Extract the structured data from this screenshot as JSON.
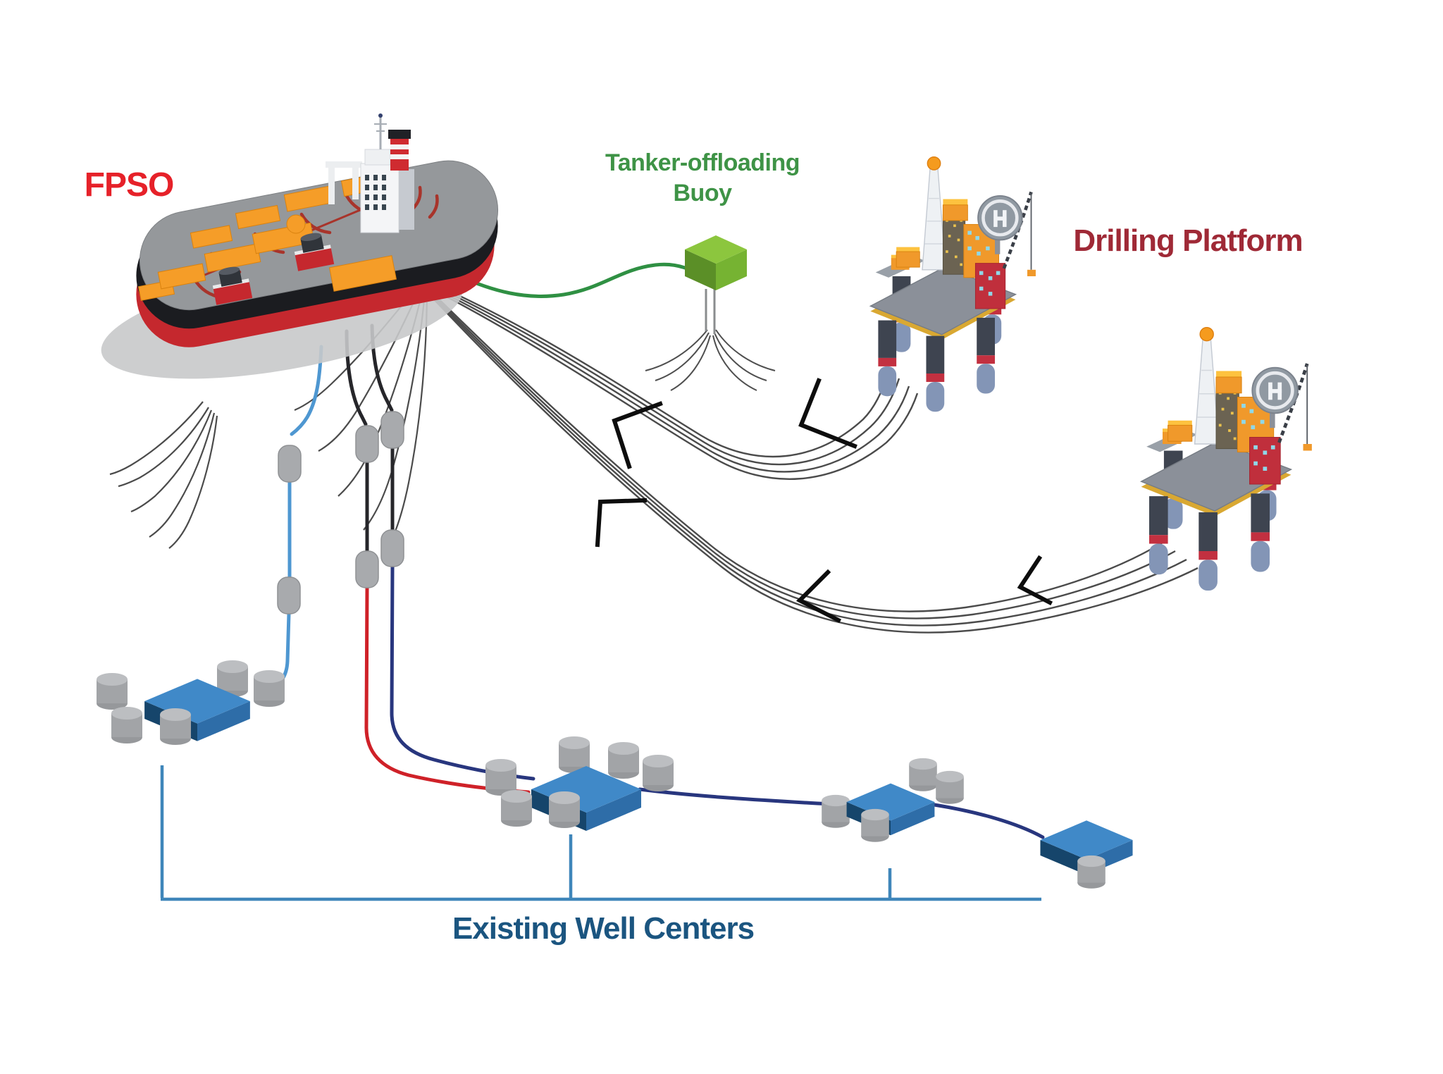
{
  "title": "FPSO offshore field development diagram",
  "labels": {
    "fpso": "FPSO",
    "buoy_line1": "Tanker-offloading",
    "buoy_line2": "Buoy",
    "drilling_platform": "Drilling Platform",
    "well_centers": "Existing Well Centers"
  },
  "colors": {
    "fpso_label": "#e62129",
    "buoy_label": "#3e9346",
    "platform_label": "#9f2936",
    "well_centers_label": "#1b5580",
    "offloading_line": "#2f9043",
    "flowline_red": "#cf2128",
    "flowline_navy": "#28367e",
    "flowline_light_blue": "#4e97d1",
    "bracket_blue": "#3f86ba",
    "mooring_line": "#3c3c3c",
    "buoy_green": "#8cc63e",
    "manifold_blue": "#4089c8",
    "hull_red": "#c5282e",
    "deck_gray": "#95989b",
    "module_orange": "#f59d28"
  },
  "nodes": [
    {
      "id": "fpso",
      "kind": "fpso-vessel",
      "label": "FPSO"
    },
    {
      "id": "tanker-offloading-buoy",
      "kind": "offloading-buoy",
      "label": "Tanker-offloading Buoy"
    },
    {
      "id": "drilling-platform-1",
      "kind": "jackup-drilling-platform",
      "label": "Drilling Platform"
    },
    {
      "id": "drilling-platform-2",
      "kind": "jackup-drilling-platform",
      "label": "Drilling Platform"
    },
    {
      "id": "well-center-1",
      "kind": "subsea-well-center",
      "label": "Existing Well Centers",
      "wellheads": 5
    },
    {
      "id": "well-center-2",
      "kind": "subsea-well-center",
      "label": "Existing Well Centers",
      "wellheads": 6
    },
    {
      "id": "well-center-3",
      "kind": "subsea-well-center",
      "label": "Existing Well Centers",
      "wellheads": 4
    },
    {
      "id": "well-center-4",
      "kind": "subsea-well-center",
      "label": "Existing Well Centers",
      "wellheads": 1
    }
  ],
  "connections": [
    {
      "from": "fpso",
      "to": "tanker-offloading-buoy",
      "style": "green-offloading-line"
    },
    {
      "from": "fpso",
      "to": "drilling-platform-1",
      "style": "mooring-riser-bundle",
      "lines": 4,
      "arrow_marks": 2
    },
    {
      "from": "fpso",
      "to": "drilling-platform-2",
      "style": "mooring-riser-bundle",
      "lines": 4,
      "arrow_marks": 3
    },
    {
      "from": "fpso",
      "to": "well-center-1",
      "style": "light-blue-flowline-with-buoyancy-modules"
    },
    {
      "from": "fpso",
      "to": "well-center-2",
      "style": "red-flowline-with-buoyancy-modules"
    },
    {
      "from": "fpso",
      "to": "well-center-2",
      "style": "navy-flowline-with-buoyancy-modules"
    },
    {
      "from": "well-center-2",
      "to": "well-center-3",
      "style": "navy-flowline"
    },
    {
      "from": "well-center-3",
      "to": "well-center-4",
      "style": "navy-flowline"
    },
    {
      "from": "fpso",
      "to": "seabed",
      "style": "mooring-line-fan"
    },
    {
      "from": "tanker-offloading-buoy",
      "to": "seabed",
      "style": "mooring-line-fan"
    },
    {
      "from": "well-centers-1-2-3",
      "to": "well-centers-label",
      "style": "light-blue-bracket"
    }
  ]
}
